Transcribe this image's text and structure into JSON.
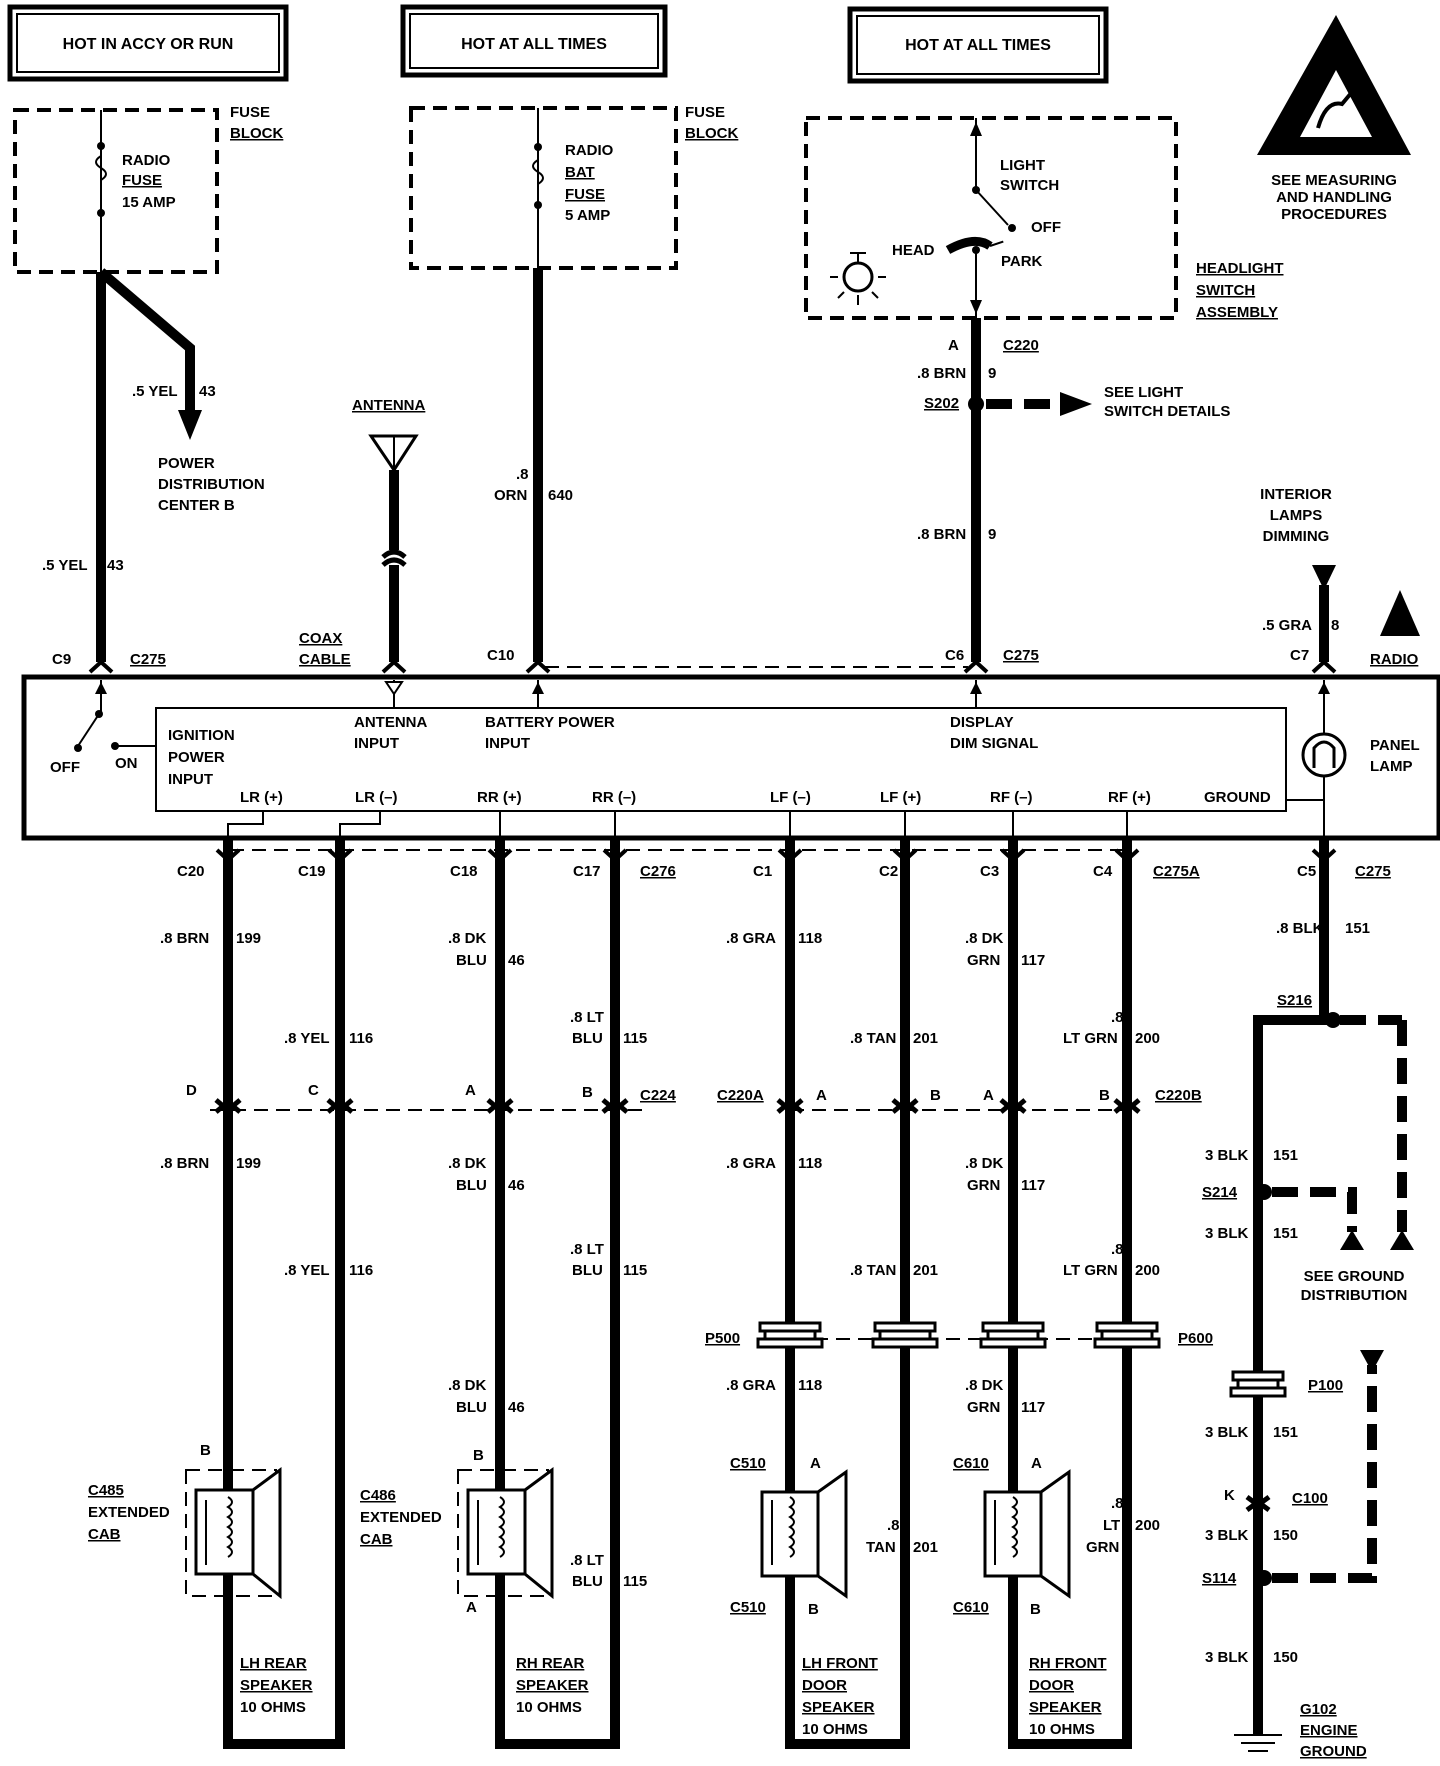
{
  "power_headers": {
    "accy": "HOT IN ACCY OR RUN",
    "hot1": "HOT AT ALL TIMES",
    "hot2": "HOT AT ALL TIMES"
  },
  "fuse_block_labels": {
    "line1": "FUSE",
    "line2": "BLOCK"
  },
  "radio_fuse": {
    "l1": "RADIO",
    "l2": "FUSE",
    "l3": "15 AMP"
  },
  "bat_fuse": {
    "l1": "RADIO",
    "l2": "BAT",
    "l3": "FUSE",
    "l4": "5 AMP"
  },
  "esd": {
    "l1": "SEE MEASURING",
    "l2": "AND HANDLING",
    "l3": "PROCEDURES"
  },
  "headlight": {
    "light_switch_1": "LIGHT",
    "light_switch_2": "SWITCH",
    "off": "OFF",
    "head": "HEAD",
    "park": "PARK",
    "asm1": "HEADLIGHT",
    "asm2": "SWITCH",
    "asm3": "ASSEMBLY"
  },
  "wires": {
    "yel43_color": ".5 YEL",
    "yel43_num": "43",
    "pdc1": "POWER",
    "pdc2": "DISTRIBUTION",
    "pdc3": "CENTER B",
    "yel43b_color": ".5 YEL",
    "yel43b_num": "43",
    "antenna": "ANTENNA",
    "coax1": "COAX",
    "coax2": "CABLE",
    "orn_size": ".8",
    "orn_color": "ORN",
    "orn_num": "640",
    "brn9a_color": ".8 BRN",
    "brn9a_num": "9",
    "s202": "S202",
    "see_light1": "SEE LIGHT",
    "see_light2": "SWITCH DETAILS",
    "brn9b_color": ".8 BRN",
    "brn9b_num": "9",
    "c220_pin": "A",
    "c220": "C220",
    "int1": "INTERIOR",
    "int2": "LAMPS",
    "int3": "DIMMING",
    "gra8_color": ".5 GRA",
    "gra8_num": "8"
  },
  "radio_connectors_top": {
    "c9": "C9",
    "c275a": "C275",
    "c10": "C10",
    "c6": "C6",
    "c275b": "C275",
    "c7": "C7",
    "radio": "RADIO"
  },
  "radio_inputs": {
    "off": "OFF",
    "on": "ON",
    "ign1": "IGNITION",
    "ign2": "POWER",
    "ign3": "INPUT",
    "ant1": "ANTENNA",
    "ant2": "INPUT",
    "bat1": "BATTERY POWER",
    "bat2": "INPUT",
    "dim1": "DISPLAY",
    "dim2": "DIM SIGNAL",
    "panel1": "PANEL",
    "panel2": "LAMP"
  },
  "radio_outputs": [
    "LR (+)",
    "LR (–)",
    "RR (+)",
    "RR (–)",
    "LF (–)",
    "LF (+)",
    "RF (–)",
    "RF (+)",
    "GROUND"
  ],
  "bottom_connectors": {
    "c20": "C20",
    "c19": "C19",
    "c18": "C18",
    "c17": "C17",
    "c276": "C276",
    "c1": "C1",
    "c2": "C2",
    "c3": "C3",
    "c4": "C4",
    "c275a": "C275A",
    "c5": "C5",
    "c275": "C275"
  },
  "wire_labels_upper": {
    "brn199": ".8 BRN",
    "n199": "199",
    "yel116": ".8 YEL",
    "n116": "116",
    "dk46_1": ".8 DK",
    "dk46_2": "BLU",
    "n46": "46",
    "lt115_1": ".8 LT",
    "lt115_2": "BLU",
    "n115": "115",
    "gra118": ".8 GRA",
    "n118": "118",
    "tan201": ".8 TAN",
    "n201": "201",
    "dk117_1": ".8 DK",
    "dk117_2": "GRN",
    "n117": "117",
    "lt200_1": ".8",
    "lt200_2": "LT GRN",
    "n200": "200",
    "blk151": ".8 BLK",
    "n151": "151"
  },
  "c224_pins": {
    "d": "D",
    "c": "C",
    "a": "A",
    "b": "B",
    "c224": "C224"
  },
  "c220ab_pins": {
    "c220a": "C220A",
    "a1": "A",
    "b1": "B",
    "a2": "A",
    "b2": "B",
    "c220b": "C220B"
  },
  "wire_labels_lower": {
    "brn199": ".8 BRN",
    "n199": "199",
    "yel116": ".8 YEL",
    "n116": "116",
    "dk46_1": ".8 DK",
    "dk46_2": "BLU",
    "n46": "46",
    "lt115_1": ".8 LT",
    "lt115_2": "BLU",
    "n115": "115",
    "gra118": ".8 GRA",
    "n118": "118",
    "tan201": ".8 TAN",
    "n201": "201",
    "dk117_1": ".8 DK",
    "dk117_2": "GRN",
    "n117": "117",
    "lt200_1": ".8",
    "lt200_2": "LT GRN",
    "n200": "200"
  },
  "ground": {
    "s216": "S216",
    "blk151a": "3 BLK",
    "n151a": "151",
    "s214": "S214",
    "blk151b": "3 BLK",
    "n151b": "151",
    "see1": "SEE GROUND",
    "see2": "DISTRIBUTION",
    "p100": "P100",
    "blk151c": "3 BLK",
    "n151c": "151",
    "k": "K",
    "c100": "C100",
    "blk150a": "3 BLK",
    "n150a": "150",
    "s114": "S114",
    "blk150b": "3 BLK",
    "n150b": "150",
    "g1": "G102",
    "g2": "ENGINE",
    "g3": "GROUND"
  },
  "inline_p": {
    "p500": "P500",
    "p600": "P600"
  },
  "wire_labels_third": {
    "dk46_1": ".8 DK",
    "dk46_2": "BLU",
    "n46": "46",
    "gra118": ".8 GRA",
    "n118": "118",
    "dk117_1": ".8 DK",
    "dk117_2": "GRN",
    "n117": "117"
  },
  "speakers": {
    "lh_b": "B",
    "c485_1": "C485",
    "c485_2": "EXTENDED",
    "c485_3": "CAB",
    "rh_b": "B",
    "rh_a": "A",
    "c486_1": "C486",
    "c486_2": "EXTENDED",
    "c486_3": "CAB",
    "rh_lt1": ".8 LT",
    "rh_lt2": "BLU",
    "rh_n115": "115",
    "c510a": "C510",
    "lf_a": "A",
    "c510b": "C510",
    "lf_b": "B",
    "lf_tan1": ".8",
    "lf_tan2": "TAN",
    "lf_n201": "201",
    "c610a": "C610",
    "rf_a": "A",
    "c610b": "C610",
    "rf_b": "B",
    "rf_lt1": ".8",
    "rf_lt2": "LT",
    "rf_lt3": "GRN",
    "rf_n200": "200",
    "lh1": "LH REAR",
    "lh2": "SPEAKER",
    "lh3": "10 OHMS",
    "rh1": "RH REAR",
    "rh2": "SPEAKER",
    "rh3": "10 OHMS",
    "lf1": "LH FRONT",
    "lf2": "DOOR",
    "lf3": "SPEAKER",
    "lf4": "10 OHMS",
    "rf1": "RH FRONT",
    "rf2": "DOOR",
    "rf3": "SPEAKER",
    "rf4": "10 OHMS"
  }
}
